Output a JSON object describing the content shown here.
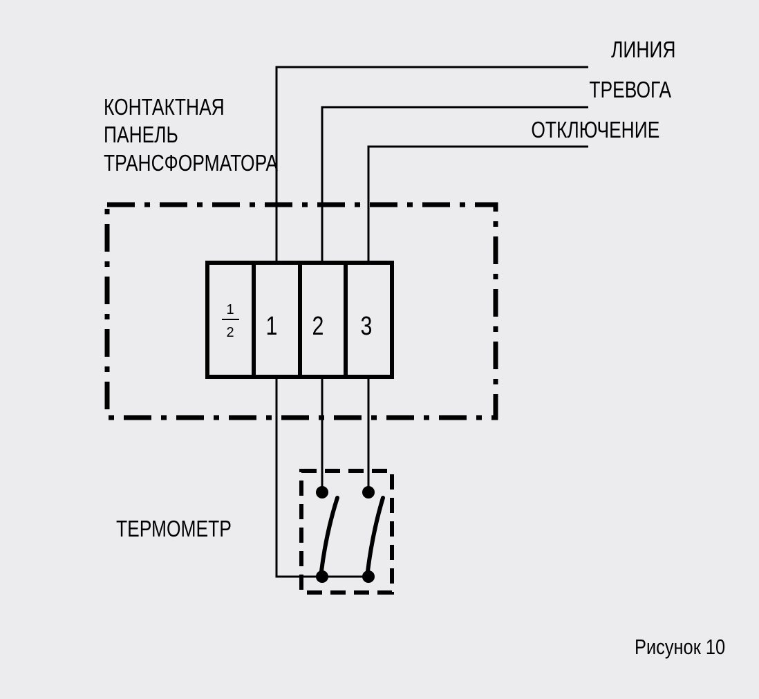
{
  "colors": {
    "background": "#ececee",
    "ink": "#000000"
  },
  "labels": {
    "line": "ЛИНИЯ",
    "alarm": "ТРЕВОГА",
    "shutdown": "ОТКЛЮЧЕНИЕ",
    "panel_line1": "КОНТАКТНАЯ",
    "panel_line2": "ПАНЕЛЬ",
    "panel_line3": "ТРАНСФОРМАТОРА",
    "thermometer": "ТЕРМОМЕТР",
    "figure": "Рисунок 10"
  },
  "terminals": {
    "half_numerator": "1",
    "half_denominator": "2",
    "t1": "1",
    "t2": "2",
    "t3": "3"
  }
}
